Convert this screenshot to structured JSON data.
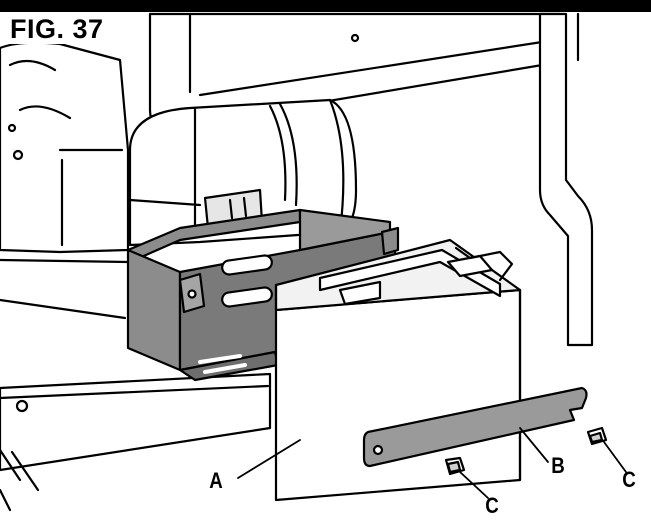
{
  "figure": {
    "label": "FIG. 37"
  },
  "callouts": {
    "a": "A",
    "b": "B",
    "c_left": "C",
    "c_right": "C"
  },
  "colors": {
    "line": "#000000",
    "tray_shade": "#8c8c8c",
    "tray_shade_dark": "#6e6e6e",
    "bracket_shade": "#9a9a9a",
    "light_fill": "#f2f2f2",
    "white": "#ffffff"
  }
}
